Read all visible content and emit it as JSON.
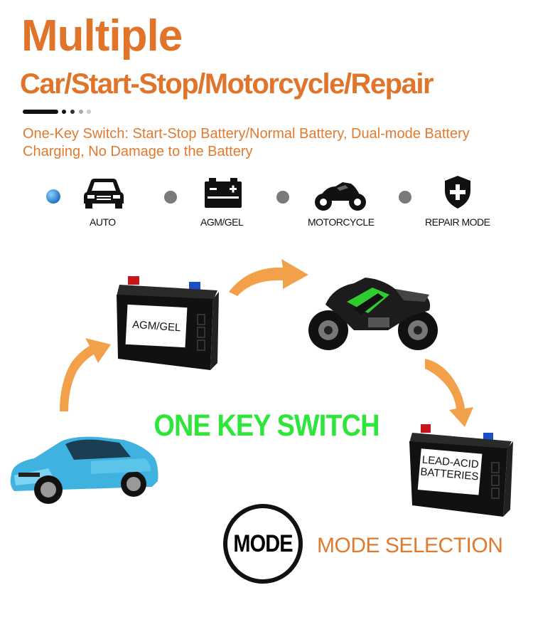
{
  "header": {
    "title_line1": "Multiple",
    "title_line2": "Car/Start-Stop/Motorcycle/Repair",
    "subtitle": "One-Key Switch: Start-Stop Battery/Normal Battery, Dual-mode Battery Charging, No Damage to the Battery"
  },
  "modes": [
    {
      "label": "AUTO",
      "icon": "car-icon",
      "selected": true
    },
    {
      "label": "AGM/GEL",
      "icon": "battery-icon",
      "selected": false
    },
    {
      "label": "MOTORCYCLE",
      "icon": "motorcycle-icon",
      "selected": false
    },
    {
      "label": "REPAIR MODE",
      "icon": "shield-plus-icon",
      "selected": false
    }
  ],
  "diagram": {
    "battery1_label": "AGM/GEL",
    "battery2_label_line1": "LEAD-ACID",
    "battery2_label_line2": "BATTERIES",
    "center_text": "ONE KEY SWITCH"
  },
  "footer": {
    "mode_button": "MODE",
    "mode_selection": "MODE SELECTION"
  },
  "colors": {
    "title": "#e0742a",
    "subtitle": "#e27a2e",
    "arrow": "#f3a04a",
    "center_text": "#2ee63a",
    "selected_dot": "#2f8fdc",
    "unselected_dot": "#7a7a7a",
    "car_body": "#3fb2e0"
  }
}
